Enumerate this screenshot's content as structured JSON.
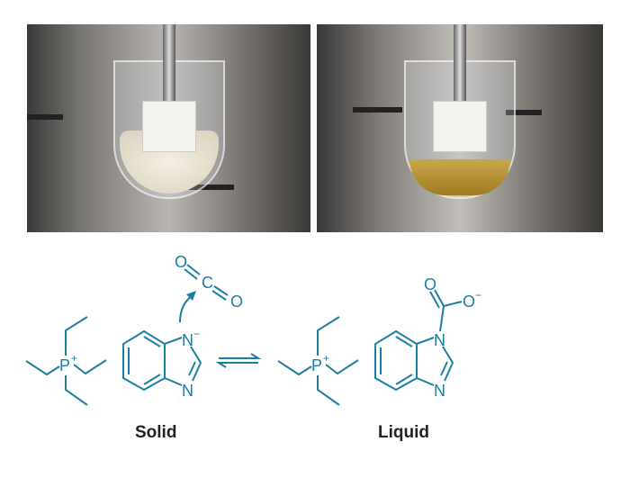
{
  "colors": {
    "structure": "#1b7ea3",
    "label": "#222222"
  },
  "left_structure": {
    "cation_atom": "P",
    "cation_charge": "+",
    "anion_n1": "N",
    "anion_charge": "−",
    "anion_n3": "N",
    "co2": {
      "o1": "O",
      "c": "C",
      "o2": "O"
    }
  },
  "right_structure": {
    "cation_atom": "P",
    "cation_charge": "+",
    "n1": "N",
    "n3": "N",
    "carboxyl_o": "O",
    "carboxyl_o_minus": "O",
    "carboxyl_charge": "−"
  },
  "labels": {
    "solid": "Solid",
    "liquid": "Liquid"
  }
}
